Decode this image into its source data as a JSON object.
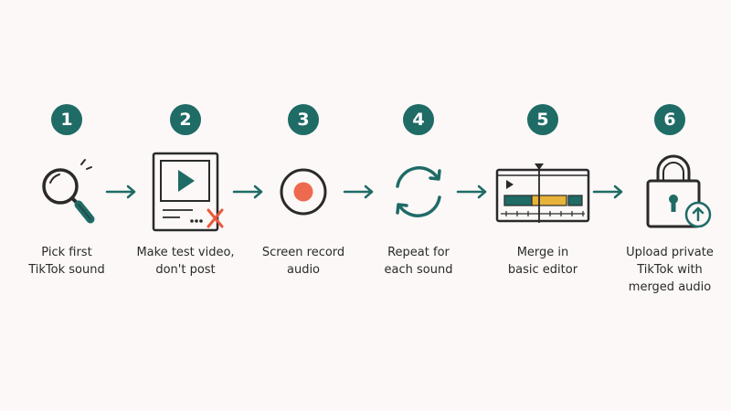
{
  "steps": [
    {
      "number": "1",
      "label_lines": [
        "Pick first",
        "TikTok sound"
      ],
      "icon": "magnifier-icon"
    },
    {
      "number": "2",
      "label_lines": [
        "Make test video,",
        "don't post"
      ],
      "icon": "video-discard-icon"
    },
    {
      "number": "3",
      "label_lines": [
        "Screen record",
        "audio"
      ],
      "icon": "record-icon"
    },
    {
      "number": "4",
      "label_lines": [
        "Repeat for",
        "each sound"
      ],
      "icon": "repeat-icon"
    },
    {
      "number": "5",
      "label_lines": [
        "Merge in",
        "basic editor"
      ],
      "icon": "timeline-editor-icon"
    },
    {
      "number": "6",
      "label_lines": [
        "Upload private",
        "TikTok with",
        "merged audio"
      ],
      "icon": "lock-upload-icon"
    }
  ],
  "colors": {
    "teal": "#1f6b66",
    "ink": "#2a2a2a",
    "record_red": "#ee6a4e",
    "discard_red": "#e8593d",
    "clip_amber": "#e8b33a",
    "background": "#fbf8f7"
  }
}
